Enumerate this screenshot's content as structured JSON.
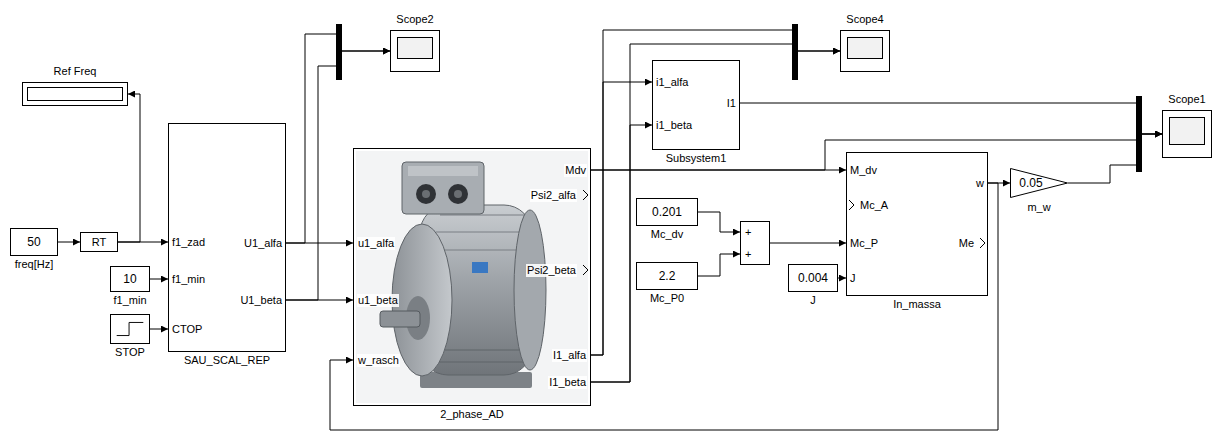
{
  "diagram": {
    "nodes": [
      {
        "text": [
          "50",
          "freq[Hz]"
        ]
      },
      {
        "text": [
          "RT"
        ]
      },
      {
        "text": [
          "Ref Freq"
        ]
      },
      {
        "text": [
          "f1_zad",
          "f1_min",
          "CTOP",
          "U1_alfa",
          "U1_beta",
          "SAU_SCAL_REP"
        ]
      },
      {
        "text": [
          "10",
          "f1_min"
        ]
      },
      {
        "text": [
          "STOP"
        ]
      },
      {
        "text": [
          "Scope2"
        ]
      },
      {
        "text": [
          "u1_alfa",
          "u1_beta",
          "w_rasch",
          "Mdv",
          "Psi2_alfa",
          "Psi2_beta",
          "I1_alfa",
          "I1_beta",
          "2_phase_AD"
        ]
      },
      {
        "text": [
          "i1_alfa",
          "i1_beta",
          "I1",
          "Subsystem1"
        ]
      },
      {
        "text": [
          "Scope4"
        ]
      },
      {
        "text": [
          "0.201",
          "Mc_dv"
        ]
      },
      {
        "text": [
          "2.2",
          "Mc_P0"
        ]
      },
      {
        "text": [
          "+",
          "+"
        ]
      },
      {
        "text": [
          "0.004",
          "J"
        ]
      },
      {
        "text": [
          "M_dv",
          "Mc_A",
          "Mc_P",
          "J",
          "w",
          "Me",
          "In_massa"
        ]
      },
      {
        "text": [
          "0.05",
          "m_w"
        ]
      },
      {
        "text": [
          "Scope1"
        ]
      }
    ],
    "edges": [
      {
        "from": 0,
        "to": 1,
        "arrow": "to"
      },
      {
        "from": 1,
        "to": 3,
        "arrow": "to"
      },
      {
        "from": 1,
        "to": 2,
        "arrow": "to"
      },
      {
        "from": 4,
        "to": 3,
        "arrow": "to"
      },
      {
        "from": 5,
        "to": 3,
        "arrow": "to"
      },
      {
        "from": 3,
        "to": 6,
        "arrow": "to"
      },
      {
        "from": 3,
        "to": 6,
        "arrow": "to"
      },
      {
        "from": 3,
        "to": 7,
        "arrow": "to"
      },
      {
        "from": 3,
        "to": 7,
        "arrow": "to"
      },
      {
        "from": 7,
        "to": 8,
        "arrow": "to"
      },
      {
        "from": 7,
        "to": 8,
        "arrow": "to"
      },
      {
        "from": 7,
        "to": 9,
        "arrow": "to"
      },
      {
        "from": 7,
        "to": 9,
        "arrow": "to"
      },
      {
        "from": 7,
        "to": 14,
        "arrow": "to"
      },
      {
        "from": 7,
        "to": 16,
        "arrow": "to"
      },
      {
        "from": 8,
        "to": 16,
        "arrow": "to"
      },
      {
        "from": 10,
        "to": 12,
        "arrow": "to"
      },
      {
        "from": 11,
        "to": 12,
        "arrow": "to"
      },
      {
        "from": 12,
        "to": 14,
        "arrow": "to"
      },
      {
        "from": 13,
        "to": 14,
        "arrow": "to"
      },
      {
        "from": 14,
        "to": 15,
        "arrow": "to"
      },
      {
        "from": 15,
        "to": 16,
        "arrow": "to"
      },
      {
        "from": 14,
        "to": 7,
        "arrow": "to"
      }
    ]
  }
}
